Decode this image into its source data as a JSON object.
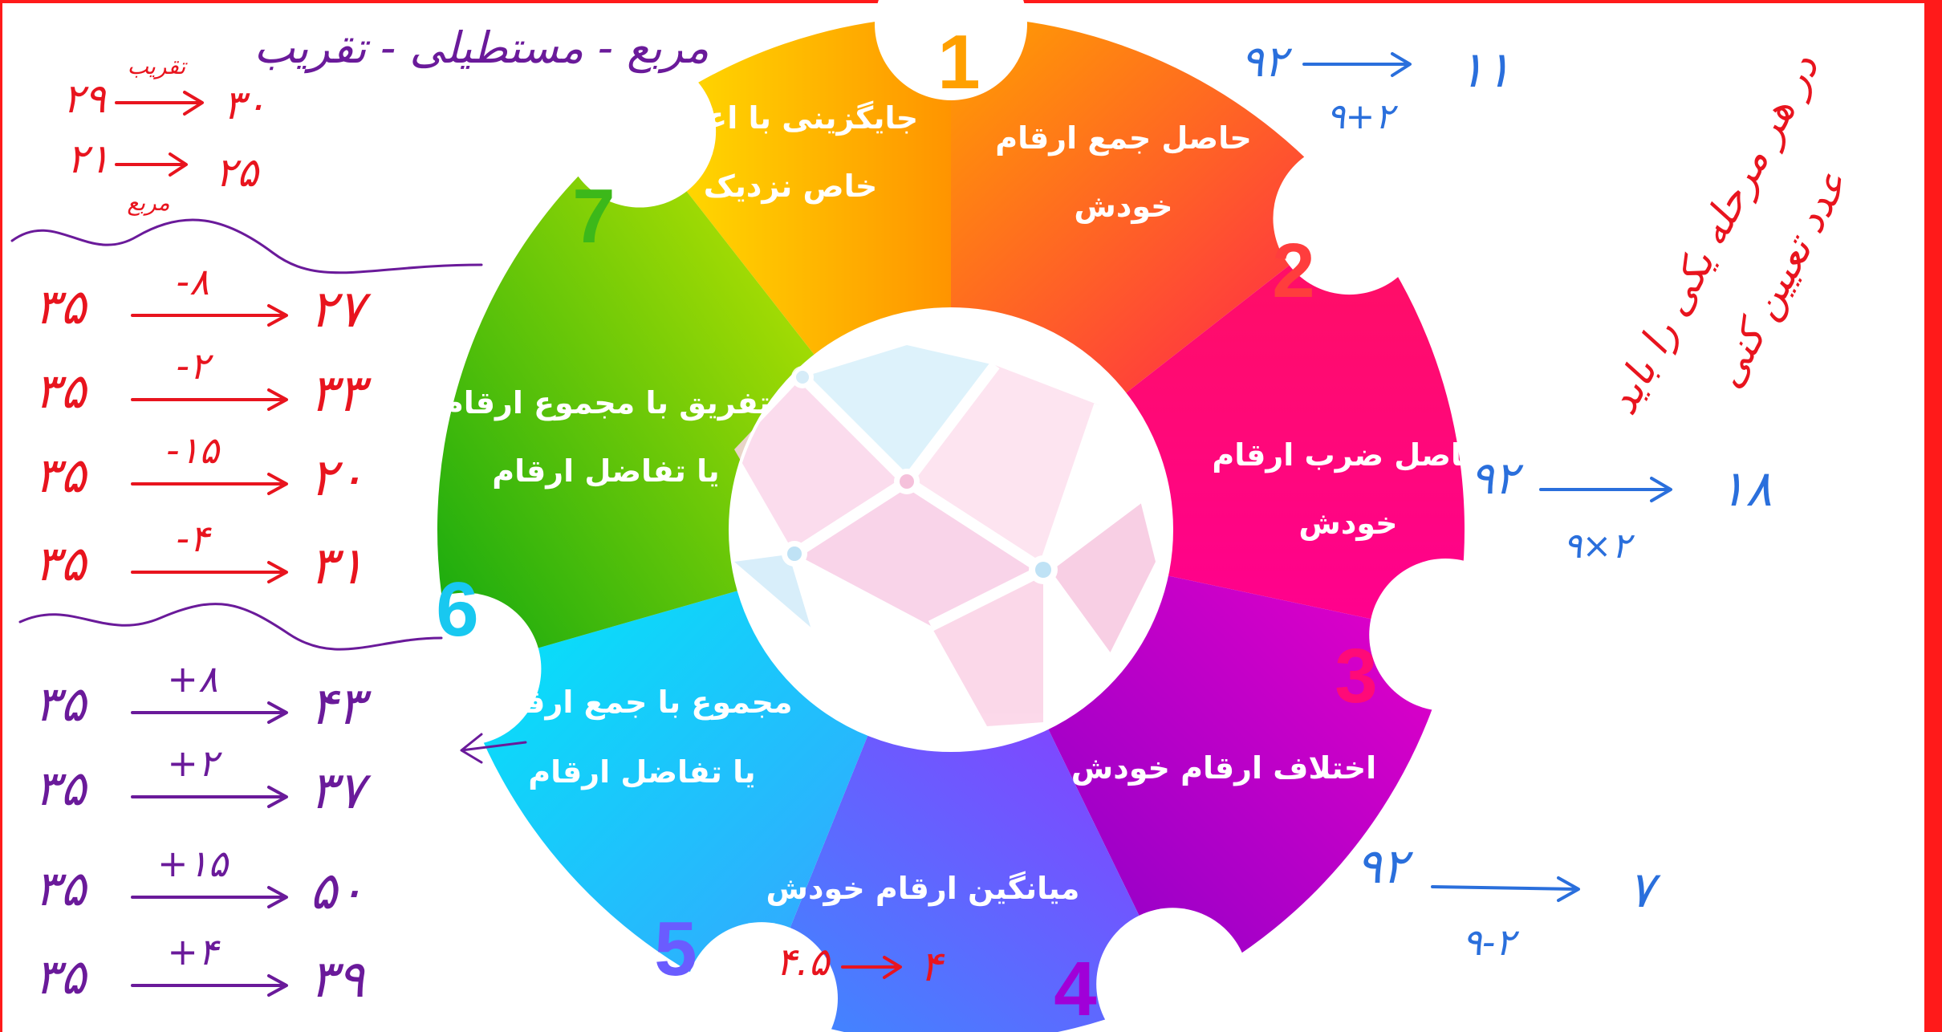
{
  "segments": [
    {
      "number": "1",
      "label_line1": "جایگزینی با اعداد",
      "label_line2": "خاص نزدیک"
    },
    {
      "number": "2",
      "label_line1": "حاصل جمع ارقام",
      "label_line2": "خودش"
    },
    {
      "number": "3",
      "label_line1": "حاصل ضرب ارقام",
      "label_line2": "خودش"
    },
    {
      "number": "4",
      "label_line1": "اختلاف ارقام خودش",
      "label_line2": ""
    },
    {
      "number": "5",
      "label_line1": "میانگین ارقام خودش",
      "label_line2": ""
    },
    {
      "number": "6",
      "label_line1": "مجموع با جمع ارقام",
      "label_line2": "یا تفاضل ارقام"
    },
    {
      "number": "7",
      "label_line1": "تفریق با مجموع ارقام",
      "label_line2": "یا  تفاضل ارقام"
    }
  ],
  "annotations": {
    "top_heading": "مربع - مستطیلی - تقریب",
    "approx_left": "۲۹",
    "approx_right": "۳۰",
    "approx_label": "تقریب",
    "square_left": "۲۱",
    "square_right": "۲۵",
    "square_label": "مربع",
    "sum_from": "۹۲",
    "sum_to": "۱۱",
    "sum_calc": "۹+۲",
    "prod_from": "۹۲",
    "prod_to": "۱۸",
    "prod_calc": "۹×۲",
    "diff_from": "۹۲",
    "diff_to": "۷",
    "diff_calc": "۹-۲",
    "avg_from": "۴.۵",
    "avg_to": "۴",
    "side_note_line1": "در هر مرحله یکی را باید",
    "side_note_line2": "عدد تعیین کنی",
    "subtract_rows": [
      {
        "from": "۳۵",
        "op": "-۸",
        "to": "۲۷"
      },
      {
        "from": "۳۵",
        "op": "-۲",
        "to": "۳۳"
      },
      {
        "from": "۳۵",
        "op": "-۱۵",
        "to": "۲۰"
      },
      {
        "from": "۳۵",
        "op": "-۴",
        "to": "۳۱"
      }
    ],
    "add_rows": [
      {
        "from": "۳۵",
        "op": "+۸",
        "to": "۴۳"
      },
      {
        "from": "۳۵",
        "op": "+۲",
        "to": "۳۷"
      },
      {
        "from": "۳۵",
        "op": "+۱۵",
        "to": "۵۰"
      },
      {
        "from": "۳۵",
        "op": "+۴",
        "to": "۳۹"
      }
    ]
  },
  "colors": {
    "seg1": "#ffa000",
    "seg2": "#ff3d3d",
    "seg3": "#ff0a78",
    "seg4": "#a000d8",
    "seg5": "#6a5cff",
    "seg6": "#18c8f0",
    "seg7": "#3cb81a",
    "ink_red": "#e8141e",
    "ink_blue": "#2a6fdc",
    "ink_purple": "#6a1a9a"
  }
}
